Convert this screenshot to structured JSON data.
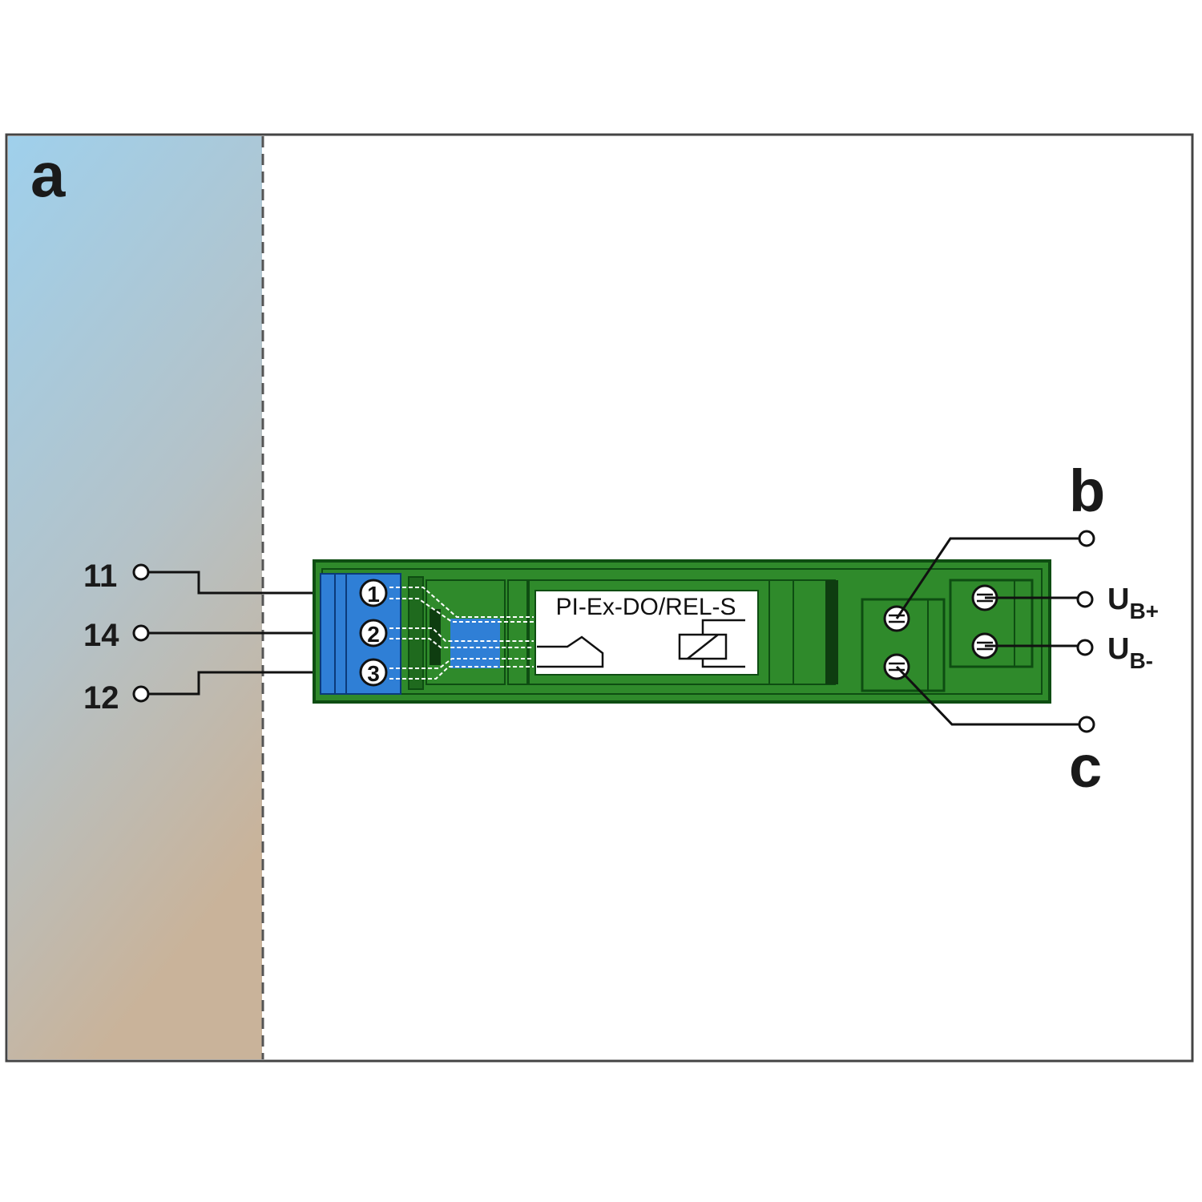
{
  "zones": {
    "hazard_label": "a",
    "b_label": "b",
    "c_label": "c"
  },
  "terminals_left": [
    {
      "label": "11",
      "pin": "1"
    },
    {
      "label": "14",
      "pin": "2"
    },
    {
      "label": "12",
      "pin": "3"
    }
  ],
  "supply": {
    "plus_main": "U",
    "plus_sub": "B+",
    "minus_main": "U",
    "minus_sub": "B-"
  },
  "module": {
    "model": "PI-Ex-DO/REL-S"
  },
  "colors": {
    "module_green": "#2f8a2b",
    "module_dark": "#0e4d12",
    "terminal_blue": "#2f7fd6",
    "zone_top": "#9fd0ec",
    "zone_bottom": "#c9b39a"
  }
}
